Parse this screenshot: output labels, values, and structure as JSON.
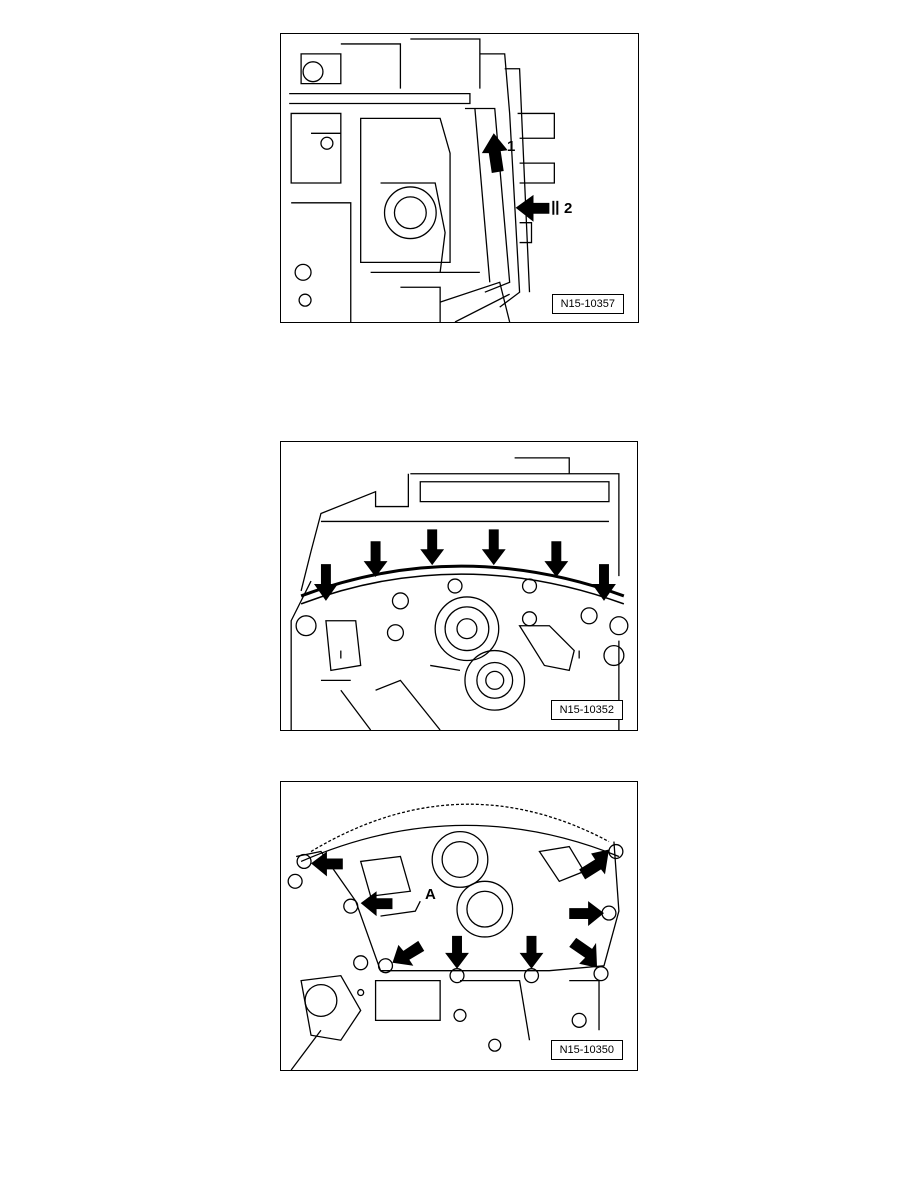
{
  "figures": [
    {
      "label": "N15-10357",
      "callouts": [
        "1",
        "2"
      ]
    },
    {
      "label": "N15-10352",
      "callouts": []
    },
    {
      "label": "N15-10350",
      "callouts": [
        "A"
      ]
    }
  ]
}
